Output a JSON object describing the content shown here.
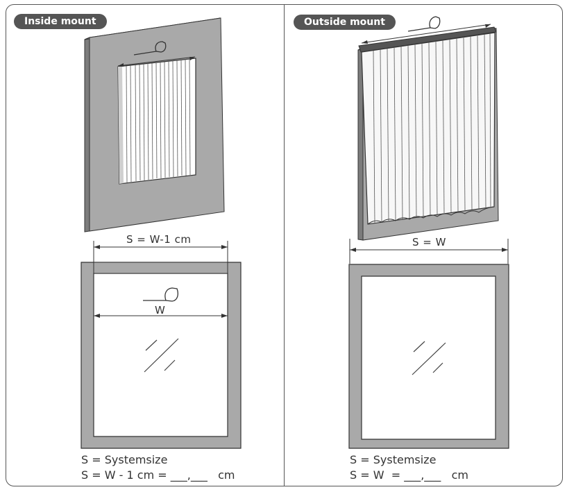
{
  "panels": {
    "inside": {
      "title": "Inside mount",
      "dim_system": "S = W-1 cm",
      "dim_width": "W",
      "caption_line1": "S = Systemsize",
      "caption_line2": "S = W - 1 cm = ___,___   cm"
    },
    "outside": {
      "title": "Outside mount",
      "dim_system": "S = W",
      "caption_line1": "S = Systemsize",
      "caption_line2": "S = W  = ___,___   cm"
    }
  },
  "colors": {
    "frame_gray": "#a9a9a9",
    "frame_side": "#7c7c7c",
    "line": "#333333",
    "badge_bg": "#555555"
  }
}
